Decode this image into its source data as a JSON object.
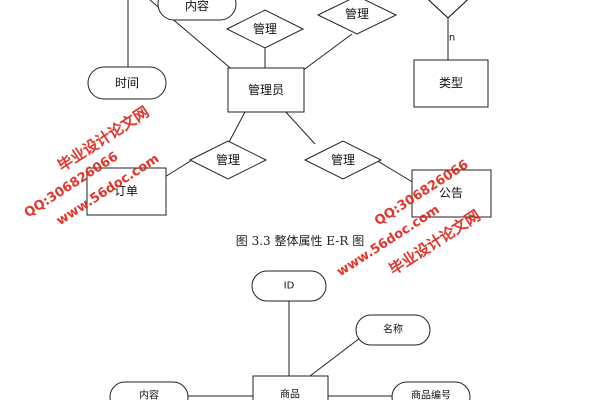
{
  "diagram_top": {
    "entities": {
      "admin": "管理员",
      "type": "类型",
      "order": "订单",
      "announce": "公告"
    },
    "attributes": {
      "content": "内容",
      "time": "时间"
    },
    "relationships": {
      "manage_1": "管理",
      "manage_2": "管理",
      "manage_3": "管理",
      "manage_4": "管理"
    },
    "cardinality": "n"
  },
  "caption": "图 3.3  整体属性 E-R 图",
  "diagram_bottom": {
    "entity": "商品",
    "attributes": {
      "id": "ID",
      "name": "名称",
      "content": "内容",
      "number": "商品编号"
    }
  },
  "watermark": {
    "site_name": "毕业设计论文网",
    "url": "www.56doc.com",
    "qq": "QQ:306826066"
  }
}
